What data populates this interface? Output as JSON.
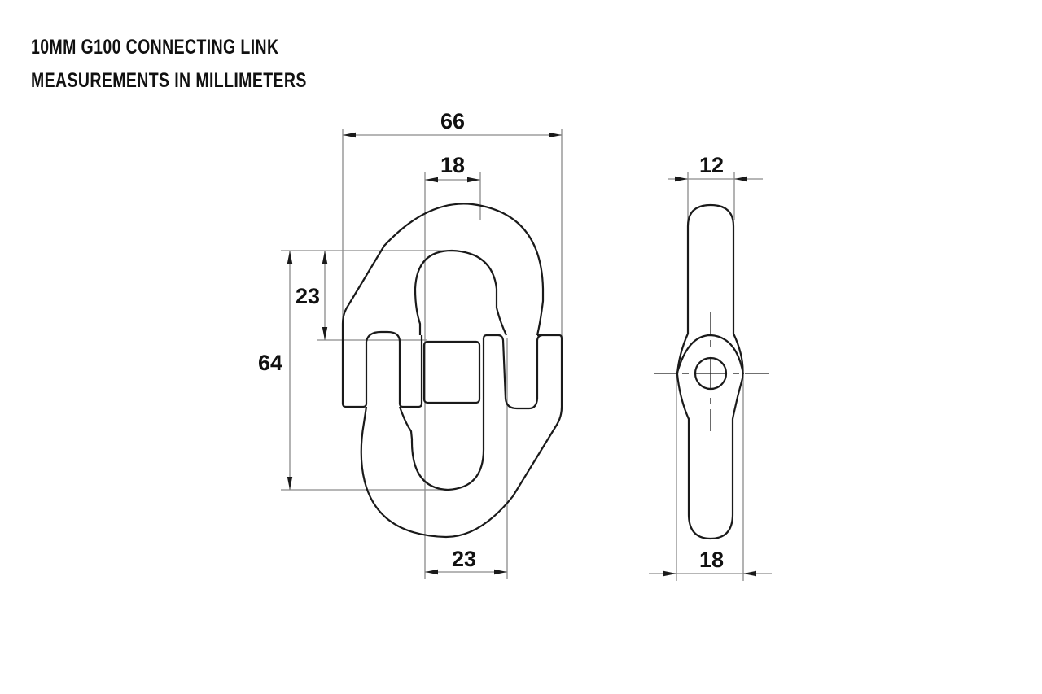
{
  "title": {
    "line1": "10MM G100 CONNECTING LINK",
    "line2": "MEASUREMENTS IN MILLIMETERS"
  },
  "colors": {
    "outline": "#1a1a1a",
    "dimension_line": "#8a8a8a",
    "text": "#111111",
    "background": "#ffffff"
  },
  "front_view": {
    "dimensions": {
      "overall_width": "66",
      "center_width_top": "18",
      "center_width_bottom": "23",
      "overall_height": "64",
      "bow_inner_height": "23"
    }
  },
  "side_view": {
    "dimensions": {
      "thickness": "12",
      "hub_width": "18"
    }
  }
}
